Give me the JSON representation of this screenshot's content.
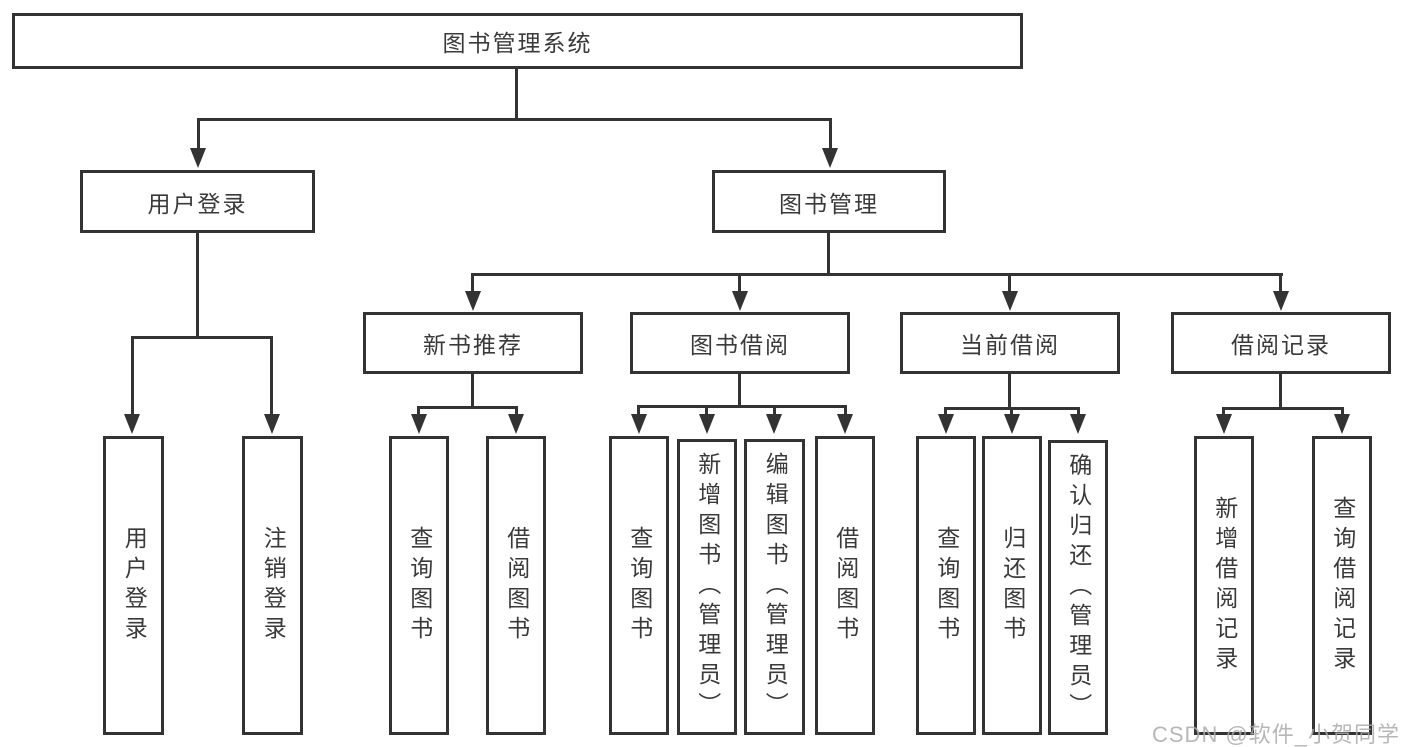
{
  "diagram_title": "图书管理系统",
  "colors": {
    "line": "#333333",
    "text": "#3a3a3a",
    "background": "#ffffff",
    "watermark": "#aaaaaa"
  },
  "nodes": {
    "root": {
      "label": "图书管理系统"
    },
    "level2": [
      {
        "label": "用户登录"
      },
      {
        "label": "图书管理"
      }
    ],
    "level3": [
      {
        "label": "新书推荐",
        "parent": "图书管理"
      },
      {
        "label": "图书借阅",
        "parent": "图书管理"
      },
      {
        "label": "当前借阅",
        "parent": "图书管理"
      },
      {
        "label": "借阅记录",
        "parent": "图书管理"
      }
    ],
    "leaves": [
      {
        "label": "用户登录",
        "parent": "用户登录"
      },
      {
        "label": "注销登录",
        "parent": "用户登录"
      },
      {
        "label": "查询图书",
        "parent": "新书推荐"
      },
      {
        "label": "借阅图书",
        "parent": "新书推荐"
      },
      {
        "label": "查询图书",
        "parent": "图书借阅"
      },
      {
        "label": "新增图书（管理员）",
        "parent": "图书借阅"
      },
      {
        "label": "编辑图书（管理员）",
        "parent": "图书借阅"
      },
      {
        "label": "借阅图书",
        "parent": "图书借阅"
      },
      {
        "label": "查询图书",
        "parent": "当前借阅"
      },
      {
        "label": "归还图书",
        "parent": "当前借阅"
      },
      {
        "label": "确认归还（管理员）",
        "parent": "当前借阅"
      },
      {
        "label": "新增借阅记录",
        "parent": "借阅记录"
      },
      {
        "label": "查询借阅记录",
        "parent": "借阅记录"
      }
    ]
  },
  "watermark": {
    "text": "CSDN @软件_小贺同学"
  }
}
